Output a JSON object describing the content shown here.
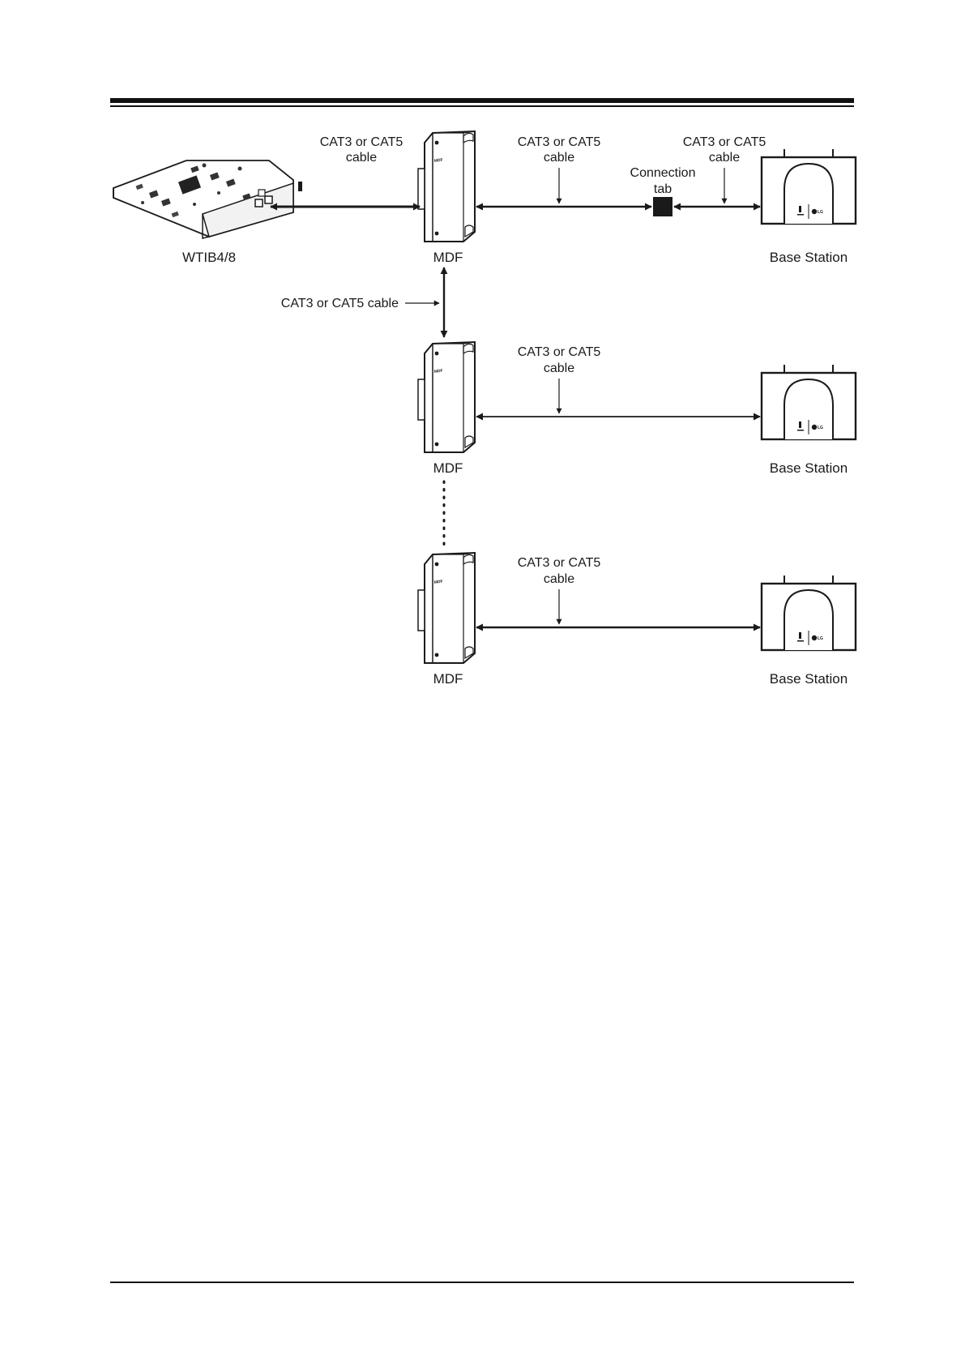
{
  "diagram": {
    "card_label": "WTIB4/8",
    "mdf_label": "MDF",
    "mdf_body_text": "MDF",
    "base_station_label": "Base Station",
    "base_logo_text": "LG",
    "cable_line1": "CAT3 or CAT5",
    "cable_line2": "cable",
    "vertical_cable_label": "CAT3 or CAT5 cable",
    "connection_tab_line1": "Connection",
    "connection_tab_line2": "tab"
  }
}
